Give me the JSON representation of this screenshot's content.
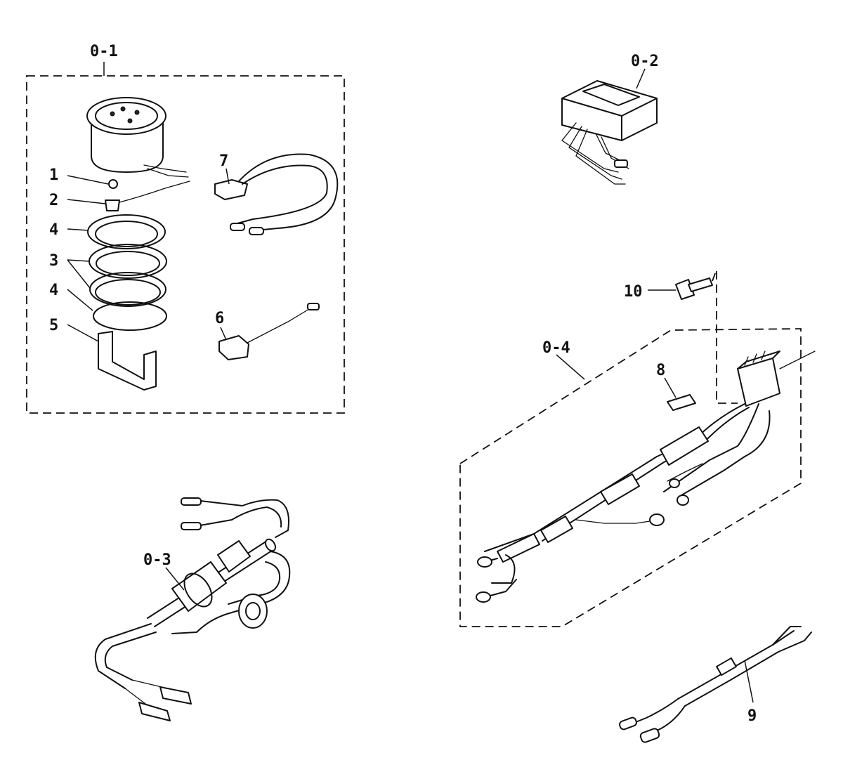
{
  "callouts": {
    "kit_0_1": "0-1",
    "kit_0_2": "0-2",
    "kit_0_3": "0-3",
    "kit_0_4": "0-4",
    "p1": "1",
    "p2": "2",
    "p3": "3",
    "p4_upper": "4",
    "p4_lower": "4",
    "p5": "5",
    "p6": "6",
    "p7": "7",
    "p8": "8",
    "p9": "9",
    "p10": "10"
  }
}
